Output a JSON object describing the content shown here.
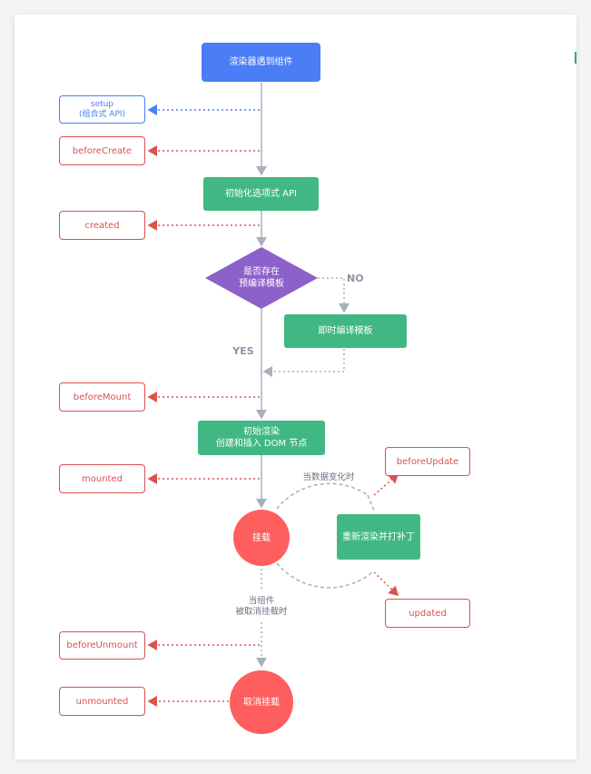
{
  "nodes": {
    "renderer": "渲染器遇到组件",
    "setup": "setup\n(组合式 API)",
    "before_create": "beforeCreate",
    "init_options": "初始化选项式 API",
    "created": "created",
    "decision": "是否存在\n预编译模板",
    "jit_compile": "即时编译模板",
    "before_mount": "beforeMount",
    "initial_render": "初始渲染\n创建和插入 DOM 节点",
    "mounted": "mounted",
    "mounted_state": "挂载",
    "rerender": "重新渲染并打补丁",
    "before_update": "beforeUpdate",
    "updated": "updated",
    "before_unmount": "beforeUnmount",
    "unmounted": "unmounted",
    "unmount_state": "取消挂载"
  },
  "labels": {
    "no": "NO",
    "yes": "YES",
    "data_change": "当数据变化时",
    "unmount_condition": "当组件\n被取消挂载时"
  },
  "colors": {
    "primary_blue": "#4a7df6",
    "green": "#41b883",
    "purple": "#8c61c9",
    "hook_red": "#d9534f",
    "circle_red": "#ff5e5e",
    "connector_gray": "#a8b0bc"
  }
}
